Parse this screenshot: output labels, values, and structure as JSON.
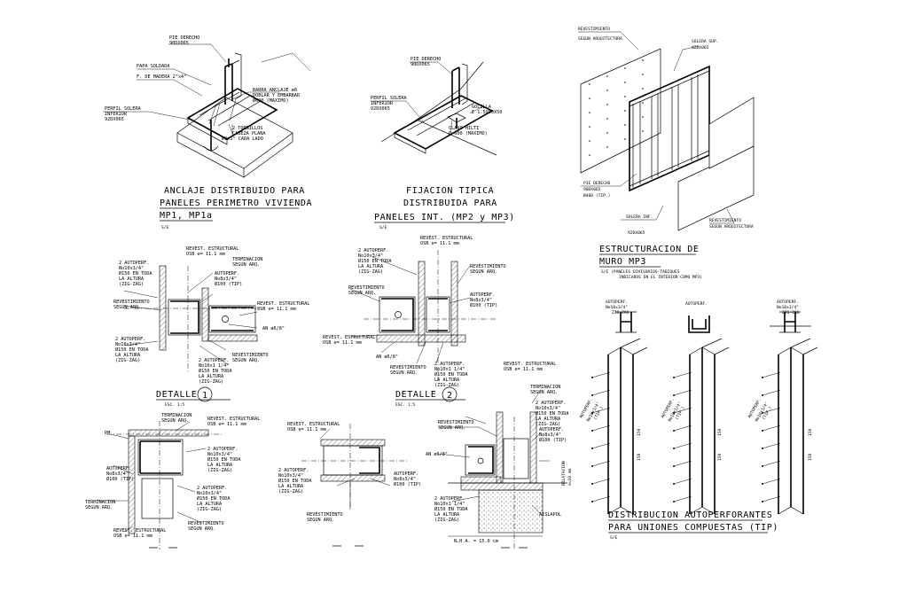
{
  "d1": {
    "labels": {
      "pie_derecho": "PIE DERECHO",
      "pie_derecho_code": "90DX065",
      "papa_soldada": "PAPA SOLDADA",
      "f_madera": "F. DE MADERA 2\"x4\"",
      "perfil_solera": "PERFIL SOLERA",
      "perfil_solera_2": "INFERIOR",
      "perfil_solera_code": "92DX065",
      "barra": "BARRA ANCLAJE ø8",
      "barra_2": "DOBLAR Y EMBARBAR",
      "barra_3": "Ø600 (MAXIMO)",
      "tornillos": "2 TORNILLOS",
      "tornillos_2": "CABEZA PLANA",
      "tornillos_3": "#8x1\" CADA LADO"
    },
    "title_1": "ANCLAJE DISTRIBUIDO PARA",
    "title_2": "PANELES PERIMETRO VIVIENDA",
    "title_3": "MP1, MP1a",
    "scale": "S/E"
  },
  "d2": {
    "labels": {
      "pie_derecho": "PIE DERECHO",
      "pie_derecho_code": "90DX065",
      "perfil_solera": "PERFIL SOLERA",
      "perfil_solera_2": "INFERIOR",
      "perfil_solera_code": "92DX065",
      "golilla": "GOLILLA",
      "golilla_2": "E 1.5X50X50",
      "clavo": "CLAVO HILTI",
      "clavo_2": "Ø 600 (MAXIMO)"
    },
    "title_1": "FIJACION TIPICA",
    "title_2": "DISTRIBUIDA PARA",
    "title_3": "PANELES INT. (MP2 y MP3)",
    "scale": "S/E"
  },
  "d3": {
    "labels": {
      "revest": "REVESTIMIENTO",
      "revest_2": "SEGUN ARQUITECTURA",
      "solera_sup": "SOLERA SUP.",
      "solera_sup_code": "92DX065",
      "pie_derecho": "PIE DERECHO",
      "pie_derecho_code": "90DX065",
      "pie_derecho_sep": "Ø400 (TIP.)",
      "solera_inf": "SOLERA INF.",
      "solera_inf_code": "92DX065",
      "revest_b": "REVESTIMIENTO",
      "revest_b_2": "SEGUN ARQUITECTURA"
    },
    "title_1": "ESTRUCTURACION DE",
    "title_2": "MURO  MP3",
    "note": "S/E   (PANELES DIVISORIOS-TABIQUES",
    "note_2": "INDICADOS EN EL INTERIOR COMO MP3)"
  },
  "det1": {
    "labels": {
      "revest": "REVEST. ESTRUCTURAL",
      "revest_2": "OSB e= 11.1 mm",
      "term": "TERMINACION",
      "term_2": "SEGUN ARQ.",
      "autop_a": "2 AUTOPERF.",
      "autop_a_2": "No10x3/4\"",
      "autop_a_3": "Ø150 EN TODA",
      "autop_a_4": "LA ALTURA",
      "autop_a_5": "(ZIG-ZAG)",
      "autop_b": "AUTOPERF.",
      "autop_b_2": "No8x3/4\"",
      "autop_b_3": "Ø100 (TIP)",
      "revest_izq": "REVESTIMIENTO",
      "revest_izq_2": "SEGUN ARQ.",
      "revest_der": "REVEST. ESTRUCTURAL",
      "revest_der_2": "OSB e= 11.1 mm",
      "an": "AN ø6/8\"",
      "autop_c": "2 AUTOPERF.",
      "autop_c_2": "No10x3/4\"",
      "autop_c_3": "Ø150 EN TODA",
      "autop_c_4": "LA ALTURA",
      "autop_c_5": "(ZIG-ZAG)",
      "autop_d": "2 AUTOPERF.",
      "autop_d_2": "No10x1 1/4\"",
      "autop_d_3": "Ø150 EN TODA",
      "autop_d_4": "LA ALTURA",
      "autop_d_5": "(ZIG-ZAG)",
      "revest_d": "REVESTIMIENTO",
      "revest_d_2": "SEGUN ARQ."
    },
    "title": "DETALLE",
    "num": "1",
    "scale": "ESC. 1:5"
  },
  "det2": {
    "labels": {
      "revest": "REVEST. ESTRUCTURAL",
      "revest_2": "OSB e= 11.1 mm",
      "autop_a": "2 AUTOPERF.",
      "autop_a_2": "No10x3/4\"",
      "autop_a_3": "Ø150 EN TODA",
      "autop_a_4": "LA ALTURA",
      "autop_a_5": "(ZIG-ZAG)",
      "revest_r": "REVESTIMIENTO",
      "revest_r_2": "SEGUN ARQ.",
      "revest_l": "REVESTIMIENTO",
      "revest_l_2": "SEGUN ARQ.",
      "autop_b": "AUTOPERF.",
      "autop_b_2": "No8x3/4\"",
      "autop_b_3": "Ø100 (TIP)",
      "revest_b": "REVEST. ESTRUCTURAL",
      "revest_b_2": "OSB e= 11.1 mm",
      "an": "AN ø6/8\"",
      "revest_c": "REVESTIMIENTO",
      "revest_c_2": "SEGUN ARQ.",
      "autop_c": "2 AUTOPERF.",
      "autop_c_2": "No10x1 1/4\"",
      "autop_c_3": "Ø150 EN TODA",
      "autop_c_4": "LA ALTURA",
      "autop_c_5": "(ZIG-ZAG)"
    },
    "title": "DETALLE",
    "num": "2",
    "scale": "ESC. 1:5"
  },
  "det3": {
    "labels": {
      "term": "TERMINACION",
      "term_2": "SEGUN ARQ.",
      "revest": "REVEST. ESTRUCTURAL",
      "revest_2": "OSB e= 11.1 mm",
      "pm": "PM",
      "autop_a": "2 AUTOPERF.",
      "autop_a_2": "No10x3/4\"",
      "autop_a_3": "Ø150 EN TODA",
      "autop_a_4": "LA ALTURA",
      "autop_a_5": "(ZIG-ZAG)",
      "autop_b": "AUTOPERF.",
      "autop_b_2": "No8x3/4\"",
      "autop_b_3": "Ø100 (TIP)",
      "autop_c": "2 AUTOPERF.",
      "autop_c_2": "No10x3/4\"",
      "autop_c_3": "Ø150 EN TODA",
      "autop_c_4": "LA ALTURA",
      "autop_c_5": "(ZIG-ZAG)",
      "term_b": "TERMINACION",
      "term_b_2": "SEGUN ARQ.",
      "revest_b": "REVESTIMIENTO",
      "revest_b_2": "SEGUN ARQ.",
      "revest_c": "REVEST. ESTRUCTURAL",
      "revest_c_2": "OSB e= 11.1 mm"
    }
  },
  "det4": {
    "labels": {
      "revest": "REVEST. ESTRUCTURAL",
      "revest_2": "OSB e= 11.1 mm",
      "autop_a": "2 AUTOPERF.",
      "autop_a_2": "No10x3/4\"",
      "autop_a_3": "Ø150 EN TODA",
      "autop_a_4": "LA ALTURA",
      "autop_a_5": "(ZIG-ZAG)",
      "autop_b": "AUTOPERF.",
      "autop_b_2": "No8x3/4\"",
      "autop_b_3": "Ø100 (TIP)",
      "revest_b": "REVESTIMIENTO",
      "revest_b_2": "SEGUN ARQ."
    }
  },
  "det5": {
    "labels": {
      "revest": "REVESTIMIENTO",
      "revest_2": "SEGUN ARQ.",
      "revest_e": "REVEST. ESTRUCTURAL",
      "revest_e_2": "OSB e= 11.1 mm",
      "term": "TERMINACION",
      "term_2": "SEGUN ARQ.",
      "autop_a": "2 AUTOPERF.",
      "autop_a_2": "No10x3/4\"",
      "autop_a_3": "Ø150 EN TODA",
      "autop_a_4": "LA ALTURA",
      "autop_a_5": "(ZIG-ZAG)",
      "autop_b": "AUTOPERF.",
      "autop_b_2": "No8x3/4\"",
      "autop_b_3": "Ø100 (TIP)",
      "an": "AN ø6/8\"",
      "dilat": "DILATACION",
      "dilat_2": "e=10 mm",
      "autop_c": "2 AUTOPERF.",
      "autop_c_2": "No10x1 1/4\"",
      "autop_c_3": "Ø150 EN TODA",
      "autop_c_4": "LA ALTURA",
      "autop_c_5": "(ZIG-ZAG)",
      "aislapol": "AISLAPOL",
      "nha": "N.H.A. = 15.0 cm"
    }
  },
  "d6": {
    "labels": {
      "top_a": "AUTOPERF.",
      "top_a_2": "No10x3/4\"",
      "top_a_3": "ZIG-ZAG",
      "top_b": "AUTOPERF.",
      "top_c": "AUTOPERF.",
      "top_c_2": "No10x3/4\"",
      "top_c_3": "ZIG-ZAG",
      "side_1": "AUTOPERF.",
      "side_1_2": "No10x3/4\"",
      "side_1_3": "(TIP.)",
      "side_2": "AUTOPERF.",
      "side_2_2": "No10x3/4\"",
      "side_2_3": "(TIP.)",
      "side_3": "AUTOPERF.",
      "side_3_2": "No10x3/4\"",
      "side_3_3": "(TIP.)",
      "dim": "150",
      "dim_2": "150"
    },
    "title_1": "DISTRIBUCION AUTOPERFORANTES",
    "title_2": "PARA UNIONES COMPUESTAS (TIP)",
    "scale": "S/E"
  }
}
